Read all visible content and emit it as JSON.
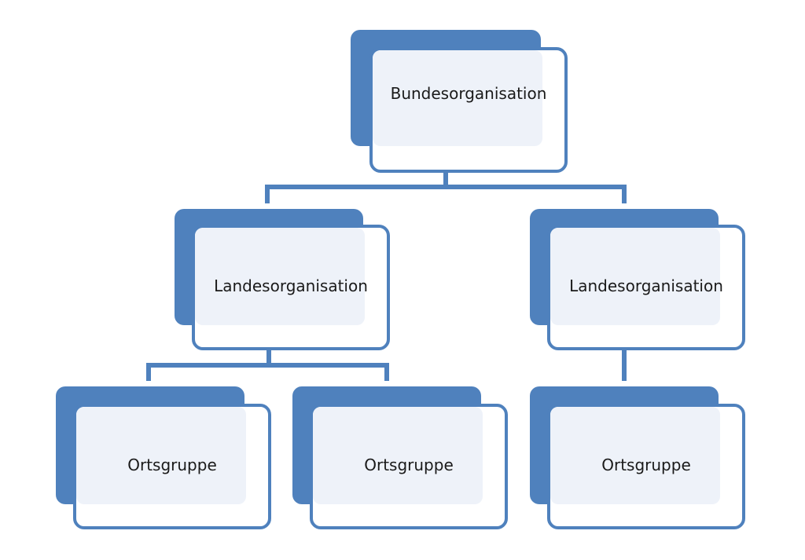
{
  "colors": {
    "accent": "#4f81bd",
    "card_fill": "#eef2f9",
    "card_border": "#4f81bd",
    "text": "#1a1a1a"
  },
  "diagram": {
    "root": {
      "label": "Bundesorganisation"
    },
    "level2": [
      {
        "label": "Landesorganisation"
      },
      {
        "label": "Landesorganisation"
      }
    ],
    "level3": [
      {
        "label": "Ortsgruppe"
      },
      {
        "label": "Ortsgruppe"
      },
      {
        "label": "Ortsgruppe"
      }
    ]
  }
}
